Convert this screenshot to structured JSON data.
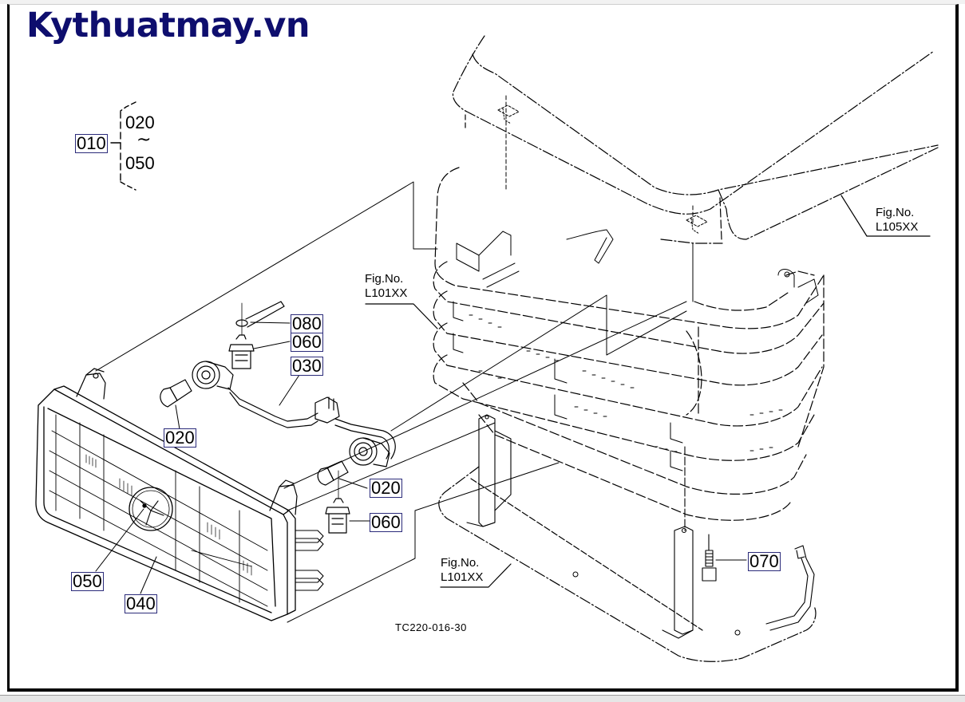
{
  "site_logo": "Kythuatmay.vn",
  "colors": {
    "logo": "#0e0e6e",
    "callout_border": "#2b2b7a",
    "line": "#000000"
  },
  "assembly": {
    "parent": "010",
    "range_start": "020",
    "range_symbol": "~",
    "range_end": "050"
  },
  "callouts": [
    {
      "id": "080",
      "part": "washer-clip"
    },
    {
      "id": "060",
      "part": "socket"
    },
    {
      "id": "030",
      "part": "wire-harness"
    },
    {
      "id": "020",
      "part": "bulb"
    },
    {
      "id": "020",
      "part": "bulb"
    },
    {
      "id": "060",
      "part": "socket"
    },
    {
      "id": "050",
      "part": "emblem"
    },
    {
      "id": "040",
      "part": "front-grille-lamp"
    },
    {
      "id": "070",
      "part": "bolt"
    }
  ],
  "figure_refs": [
    {
      "label": "Fig.No.",
      "number": "L105XX"
    },
    {
      "label": "Fig.No.",
      "number": "L101XX"
    },
    {
      "label": "Fig.No.",
      "number": "L101XX"
    }
  ],
  "drawing_number": "TC220-016-30"
}
